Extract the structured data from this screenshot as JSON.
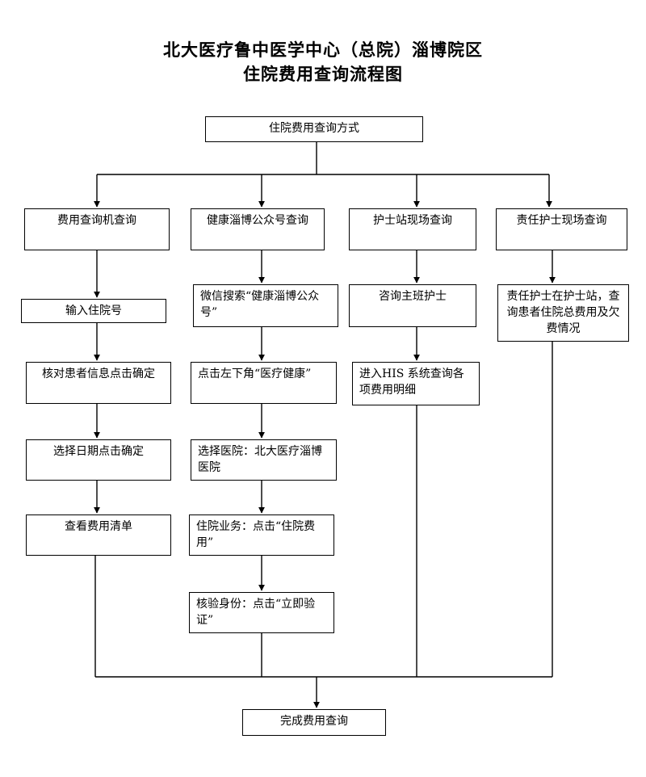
{
  "title": {
    "line1": "北大医疗鲁中医学中心（总院）淄博院区",
    "line2": "住院费用查询流程图"
  },
  "nodes": {
    "start": "住院费用查询方式",
    "col1": [
      "费用查询机查询",
      "输入住院号",
      "核对患者信息点击确定",
      "选择日期点击确定",
      "查看费用清单"
    ],
    "col2": [
      "健康淄博公众号查询",
      "微信搜索“健康淄博公众号”",
      "点击左下角“医疗健康”",
      "选择医院：北大医疗淄博医院",
      "住院业务：点击“住院费用”",
      "核验身份：点击“立即验证”"
    ],
    "col3": [
      "护士站现场查询",
      "咨询主班护士",
      "进入HIS 系统查询各项费用明细"
    ],
    "col4": [
      "责任护士现场查询",
      "责任护士在护士站，查询患者住院总费用及欠费情况"
    ],
    "end": "完成费用查询"
  }
}
